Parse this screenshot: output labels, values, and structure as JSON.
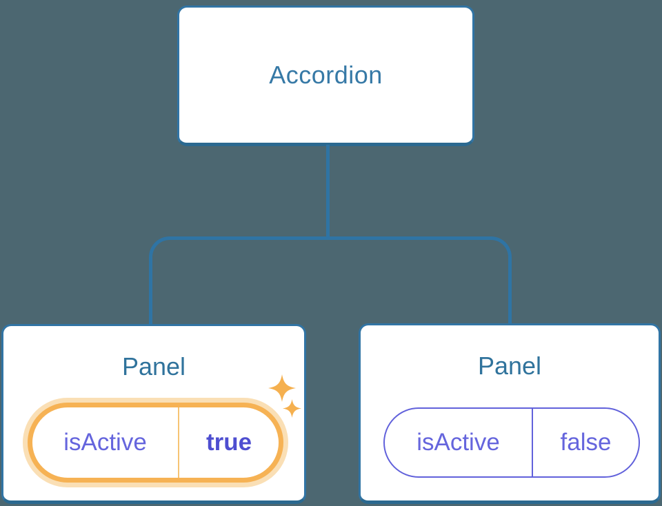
{
  "diagram": {
    "root": {
      "label": "Accordion"
    },
    "panels": [
      {
        "title": "Panel",
        "prop": {
          "name": "isActive",
          "value": "true"
        },
        "active": true,
        "highlight": "sparkles"
      },
      {
        "title": "Panel",
        "prop": {
          "name": "isActive",
          "value": "false"
        },
        "active": false
      }
    ]
  },
  "colors": {
    "background": "#4C6771",
    "node_border": "#3174A4",
    "node_border_bottom": "#2B6990",
    "connector": "#2F74A4",
    "node_text": "#3679A6",
    "panel_title_text": "#30739C",
    "prop_text": "#6565DD",
    "prop_value_active_text": "#4E4ED0",
    "active_ring": "#F6B254",
    "active_halo": "#FADFB5",
    "active_divider": "#F6C473",
    "inactive_border": "#6161DB",
    "sparkle": "#F5B04F"
  },
  "icons": {
    "sparkle_big": "sparkle-icon",
    "sparkle_small": "sparkle-icon"
  }
}
